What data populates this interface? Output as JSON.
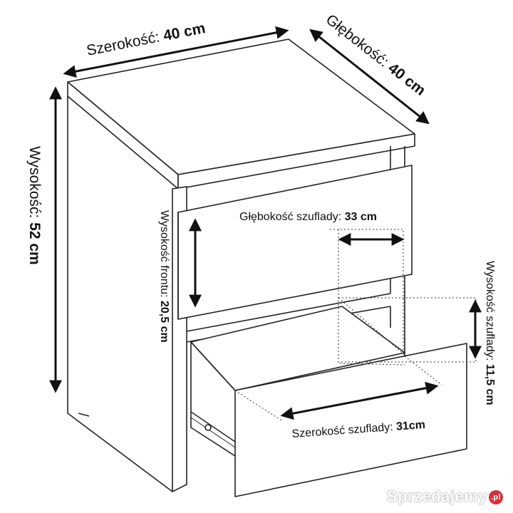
{
  "dimensions": {
    "width": {
      "label": "Szerokość: ",
      "value": "40 cm"
    },
    "depth": {
      "label": "Głębokość: ",
      "value": "40 cm"
    },
    "height": {
      "label": "Wysokość: ",
      "value": "52 cm"
    },
    "drawer_depth": {
      "label": "Głębokość szuflady: ",
      "value": "33 cm"
    },
    "front_height": {
      "label": "Wysokość frontu: ",
      "value": "20,5 cm"
    },
    "drawer_height": {
      "label": "Wysokość szuflady: ",
      "value": "11,5 cm"
    },
    "drawer_width": {
      "label": "Szerokość szuflady: ",
      "value": "31cm"
    }
  },
  "watermark": {
    "text": "Sprzedajemy",
    "suffix": ".pl"
  },
  "colors": {
    "line": "#222222",
    "background": "#ffffff",
    "watermark_accent": "#d62f3a"
  }
}
